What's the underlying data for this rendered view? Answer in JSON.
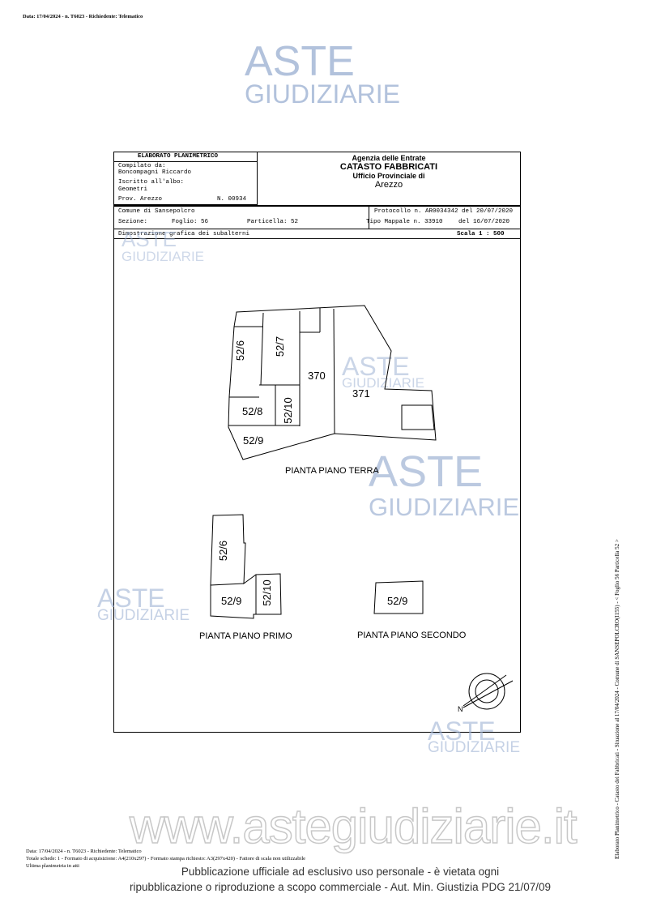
{
  "top_line": "Data: 17/04/2024 - n. T6023 - Richiedente: Telematico",
  "watermark": {
    "line1": "ASTE",
    "line2": "GIUDIZIARIE",
    "site": "www.astegiudiziarie.it"
  },
  "header": {
    "title": "ELABORATO PLANIMETRICO",
    "compiled_label": "Compilato da:",
    "compiled_name": "Boncompagni Riccardo",
    "albo_label": "Iscritto all'albo:",
    "albo_value": "Geometri",
    "prov": "Prov. Arezzo",
    "number": "N. 00934",
    "agency1": "Agenzia delle Entrate",
    "agency2": "CATASTO FABBRICATI",
    "agency3": "Ufficio Provinciale di",
    "agency4": "Arezzo",
    "comune": "Comune di Sansepolcro",
    "sezione": "Sezione:",
    "foglio": "Foglio: 56",
    "particella": "Particella: 52",
    "protocollo": "Protocollo n. AR0034342 del 20/07/2020",
    "tipo_mappale": "Tipo Mappale n. 33910",
    "tipo_del": "del 16/07/2020",
    "dimostrazione": "Dimostrazione grafica dei subalterni",
    "scala": "Scala 1 : 500"
  },
  "plan": {
    "ground": {
      "caption": "PIANTA PIANO TERRA",
      "units": [
        "52/6",
        "52/7",
        "370",
        "371",
        "52/8",
        "52/10",
        "52/9"
      ]
    },
    "first": {
      "caption": "PIANTA PIANO PRIMO",
      "units": [
        "52/6",
        "52/9",
        "52/10"
      ]
    },
    "second": {
      "caption": "PIANTA PIANO SECONDO",
      "units": [
        "52/9"
      ]
    },
    "north": "N"
  },
  "footer": {
    "line1": "Data: 17/04/2024 - n. T6023 - Richiedente: Telematico",
    "line2": "Totale schede: 1 - Formato di acquisizione: A4(210x297) - Formato stampa richiesto: A3(297x420) - Fattore di scala non utilizzabile",
    "line3": "Ultima planimetria in atti",
    "pub1": "Pubblicazione ufficiale ad esclusivo uso personale - è vietata ogni",
    "pub2": "ripubblicazione o riproduzione a scopo commerciale - Aut. Min. Giustizia PDG 21/07/09"
  },
  "side_text": "Elaborato Planimetrico - Catasto dei Fabbricati - Situazione al 17/04/2024 - Comune di SANSEPOLCRO(I155) - < Foglio 56 Particella 52 >"
}
